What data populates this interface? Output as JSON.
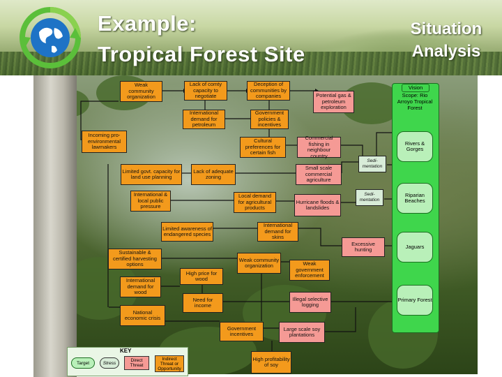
{
  "header": {
    "title_line1": "Example:",
    "title_line2": "Tropical Forest Site",
    "subtitle_line1": "Situation",
    "subtitle_line2": "Analysis"
  },
  "target_column": {
    "vision_label": "Vision",
    "scope": "Scope: Rio Arroyo Tropical Forest",
    "targets": [
      "Rivers & Gorges",
      "Riparian Beaches",
      "Jaguars",
      "Primary Forest"
    ]
  },
  "stresses": [
    "Sedi-mentation",
    "Sedi-mentation"
  ],
  "factors": {
    "weak_community_org": "Weak community organization",
    "lack_comty_capacity": "Lack of comty capacity to negotiate",
    "deception": "Deception of communities by companies",
    "potential_gas": "Potential gas & petroleum exploration",
    "intl_demand_petroleum": "International demand for petroleum",
    "gov_policies": "Government policies & incentives",
    "incoming_lawmakers": "Incoming pro-environmental lawmakers",
    "cultural_prefs": "Cultural preferences for certain fish",
    "commercial_fishing": "Commercial fishing in neighbour country",
    "limited_govt_capacity": "Limited govt. capacity for land use planning",
    "lack_zoning": "Lack of adequate zoning",
    "small_scale_ag": "Small scale commercial agriculture",
    "intl_local_pressure": "International & local public pressure",
    "local_demand_ag": "Local demand for agricultural products",
    "hurricane": "Hurricane floods & landslides",
    "limited_awareness": "Limited awareness of endangered species",
    "intl_demand_skins": "International demand for skins",
    "excessive_hunting": "Excessive hunting",
    "sustainable_wood": "Sustainable & certified harvesting options",
    "weak_comm_org_2": "Weak community organization",
    "weak_gov_enforcement": "Weak government enforcement",
    "high_price_wood": "High price for wood",
    "intl_demand_wood": "International demand for wood",
    "need_income": "Need for income",
    "illegal_logging": "Illegal selective logging",
    "national_crisis": "National economic crisis",
    "gov_incentives": "Government incentives",
    "soy_plantations": "Large scale soy plantations",
    "soy_profitability": "High profitability of soy"
  },
  "key": {
    "title": "KEY",
    "target": "Target",
    "stress": "Stress",
    "direct_threat": "Direct Threat",
    "indirect_threat": "Indirect Threat or Opportunity"
  },
  "colors": {
    "factor_orange": "#f39a1c",
    "direct_threat_pink": "#f59a95",
    "target_green": "#3fd64c",
    "stress_pale": "#d8ecd8"
  }
}
